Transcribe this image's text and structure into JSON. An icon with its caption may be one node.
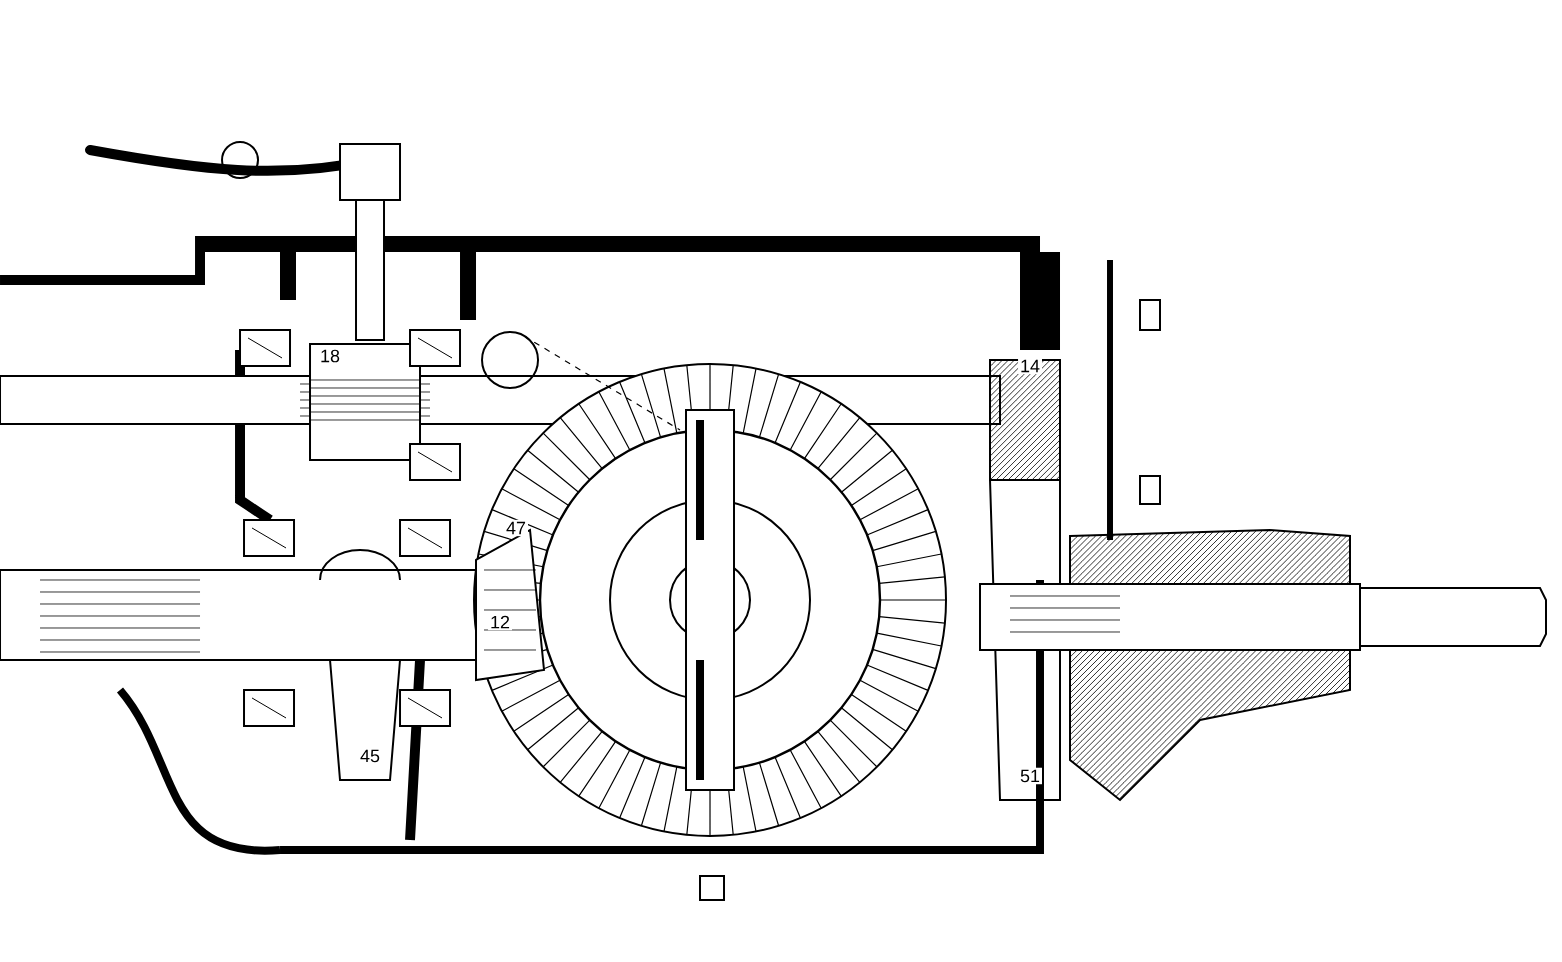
{
  "diagram": {
    "labels": [
      "18",
      "14",
      "47",
      "12",
      "45",
      "51"
    ]
  }
}
